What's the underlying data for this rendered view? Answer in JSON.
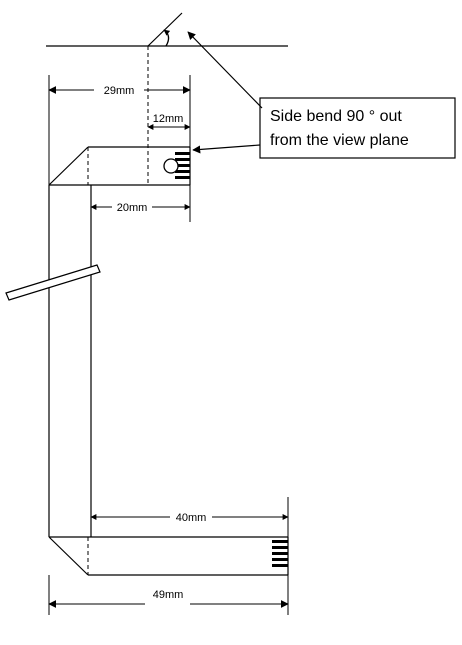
{
  "dimensions": {
    "top_overall": "29mm",
    "top_tab": "12mm",
    "top_inner": "20mm",
    "bottom_inner": "40mm",
    "bottom_overall": "49mm"
  },
  "callout": {
    "line1": "Side bend 90 ° out",
    "line2": "from the view plane"
  }
}
